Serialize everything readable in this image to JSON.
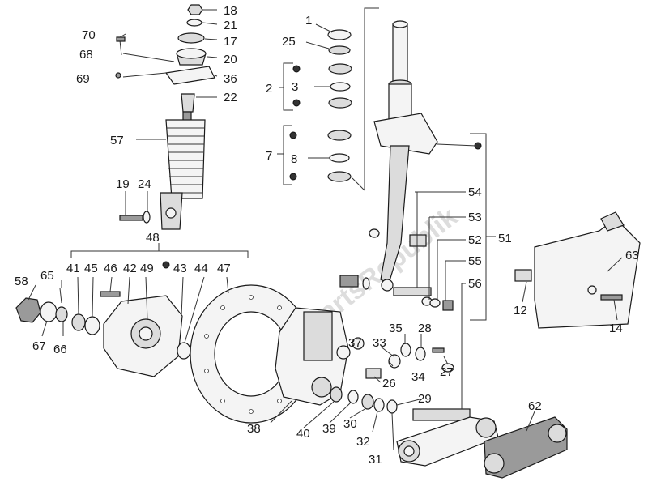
{
  "watermark": "PartsRepublik",
  "labels": [
    {
      "id": "70",
      "text": "70"
    },
    {
      "id": "68",
      "text": "68"
    },
    {
      "id": "69",
      "text": "69"
    },
    {
      "id": "18",
      "text": "18"
    },
    {
      "id": "21",
      "text": "21"
    },
    {
      "id": "17",
      "text": "17"
    },
    {
      "id": "20",
      "text": "20"
    },
    {
      "id": "36",
      "text": "36"
    },
    {
      "id": "22",
      "text": "22"
    },
    {
      "id": "57",
      "text": "57"
    },
    {
      "id": "19",
      "text": "19"
    },
    {
      "id": "24",
      "text": "24"
    },
    {
      "id": "1",
      "text": "1"
    },
    {
      "id": "25",
      "text": "25"
    },
    {
      "id": "2",
      "text": "2"
    },
    {
      "id": "3",
      "text": "3"
    },
    {
      "id": "7",
      "text": "7"
    },
    {
      "id": "8",
      "text": "8"
    },
    {
      "id": "54",
      "text": "54"
    },
    {
      "id": "53",
      "text": "53"
    },
    {
      "id": "52",
      "text": "52"
    },
    {
      "id": "51",
      "text": "51"
    },
    {
      "id": "55",
      "text": "55"
    },
    {
      "id": "56",
      "text": "56"
    },
    {
      "id": "63",
      "text": "63"
    },
    {
      "id": "12",
      "text": "12"
    },
    {
      "id": "14",
      "text": "14"
    },
    {
      "id": "48",
      "text": "48"
    },
    {
      "id": "41",
      "text": "41"
    },
    {
      "id": "45",
      "text": "45"
    },
    {
      "id": "46",
      "text": "46"
    },
    {
      "id": "42",
      "text": "42"
    },
    {
      "id": "49",
      "text": "49"
    },
    {
      "id": "43",
      "text": "43"
    },
    {
      "id": "44",
      "text": "44"
    },
    {
      "id": "47",
      "text": "47"
    },
    {
      "id": "58",
      "text": "58"
    },
    {
      "id": "65",
      "text": "65"
    },
    {
      "id": "67",
      "text": "67"
    },
    {
      "id": "66",
      "text": "66"
    },
    {
      "id": "35",
      "text": "35"
    },
    {
      "id": "28",
      "text": "28"
    },
    {
      "id": "37",
      "text": "37"
    },
    {
      "id": "33",
      "text": "33"
    },
    {
      "id": "27",
      "text": "27"
    },
    {
      "id": "26",
      "text": "26"
    },
    {
      "id": "34",
      "text": "34"
    },
    {
      "id": "29",
      "text": "29"
    },
    {
      "id": "38",
      "text": "38"
    },
    {
      "id": "40",
      "text": "40"
    },
    {
      "id": "39",
      "text": "39"
    },
    {
      "id": "30",
      "text": "30"
    },
    {
      "id": "32",
      "text": "32"
    },
    {
      "id": "31",
      "text": "31"
    },
    {
      "id": "62",
      "text": "62"
    }
  ]
}
